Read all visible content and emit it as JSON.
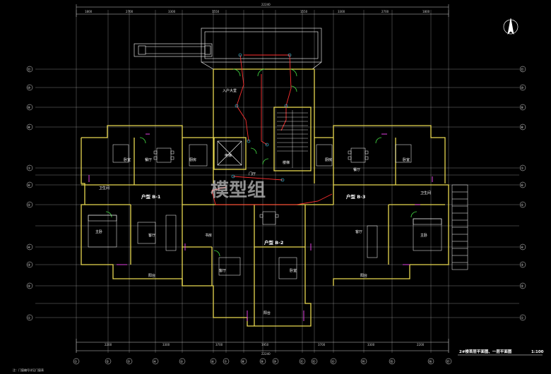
{
  "drawing": {
    "title": "2#楼首层平面图、一层平面图",
    "scale": "1:100",
    "note": "注：门窗编号详见门窗表",
    "watermark": "模型组"
  },
  "dims_top": {
    "total": "22240",
    "segments": [
      "1800",
      "2700",
      "3300",
      "1550",
      "1550",
      "3300",
      "2700",
      "1800"
    ]
  },
  "dims_bottom": {
    "total": "22240",
    "segments": [
      "2200",
      "3300",
      "3700",
      "1950",
      "3700",
      "3300",
      "2200"
    ]
  },
  "axis_left": [
    "⑪",
    "⑩",
    "⑨",
    "⑧",
    "⑦",
    "⑥",
    "⑤",
    "④",
    "③",
    "②",
    "①"
  ],
  "axis_right": [
    "⑪",
    "⑩",
    "⑨",
    "⑧",
    "⑦",
    "⑥",
    "⑤",
    "④",
    "③",
    "②",
    "①"
  ],
  "axis_bottom": [
    "①",
    "②",
    "③",
    "④",
    "⑤",
    "⑥",
    "⑦",
    "⑧",
    "⑨",
    "⑩",
    "⑪",
    "⑫",
    "⑬",
    "⑭",
    "⑮",
    "⑯",
    "⑰"
  ],
  "units": {
    "left": "户型 B-1",
    "center": "户型 B-2",
    "right": "户型 B-3"
  },
  "rooms": {
    "entrance": "入户大堂",
    "elevator": "电梯",
    "stair": "楼梯",
    "lobby": "门厅",
    "dining_l": "餐厅",
    "dining_r": "餐厅",
    "kitchen_l": "厨房",
    "kitchen_r": "厨房",
    "living_l": "客厅",
    "living_c": "客厅",
    "living_r": "客厅",
    "master_l": "主卧",
    "master_r": "主卧",
    "bed_l": "卧室",
    "bed_r": "卧室",
    "bed_c": "卧室",
    "bath_l": "卫生间",
    "bath_r": "卫生间",
    "balcony_l": "阳台",
    "balcony_r": "阳台",
    "balcony_c": "阳台",
    "study": "书房"
  }
}
